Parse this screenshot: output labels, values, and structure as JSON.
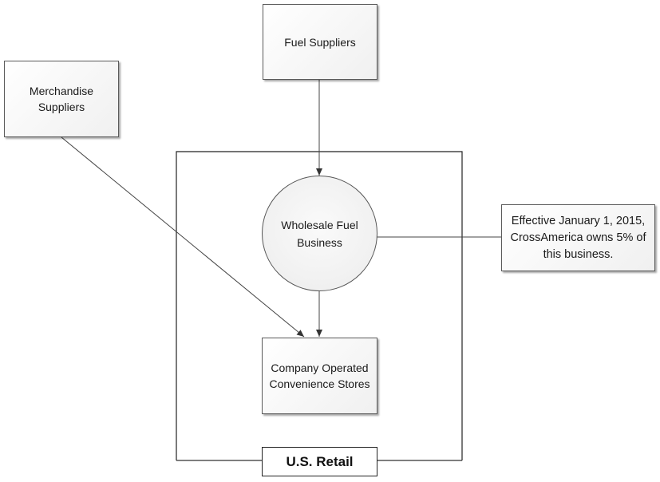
{
  "nodes": {
    "fuel_suppliers": "Fuel Suppliers",
    "merchandise_suppliers": "Merchandise\nSuppliers",
    "wholesale_fuel_business": "Wholesale Fuel\nBusiness",
    "company_operated_stores": "Company Operated\nConvenience Stores",
    "us_retail": "U.S. Retail",
    "note": "Effective January 1, 2015,\nCrossAmerica owns 5% of\nthis business."
  },
  "edges": [
    {
      "from": "fuel_suppliers",
      "to": "wholesale_fuel_business",
      "arrow": true
    },
    {
      "from": "merchandise_suppliers",
      "to": "company_operated_stores",
      "arrow": true
    },
    {
      "from": "wholesale_fuel_business",
      "to": "company_operated_stores",
      "arrow": true
    },
    {
      "from": "wholesale_fuel_business",
      "to": "note",
      "arrow": false
    },
    {
      "from": "retail_boundary_left",
      "to": "us_retail",
      "arrow": true
    },
    {
      "from": "retail_boundary_right",
      "to": "us_retail",
      "arrow": true
    }
  ],
  "colors": {
    "line": "#444444",
    "border": "#5a5a5a"
  }
}
